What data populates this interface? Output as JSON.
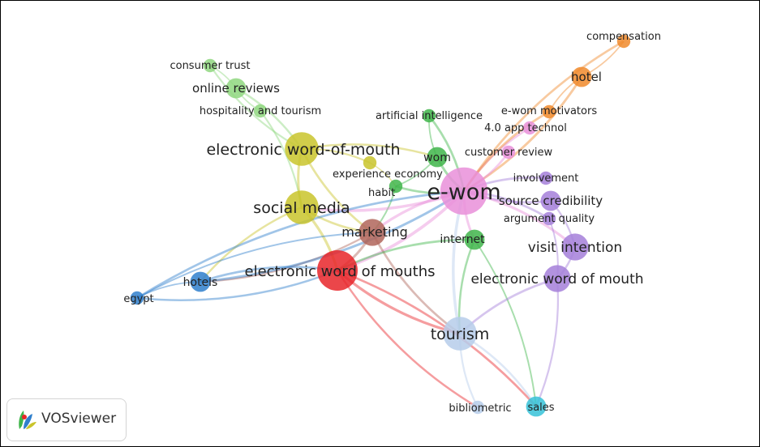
{
  "app": {
    "name": "VOSviewer"
  },
  "clusters": {
    "red": "#e8262a",
    "green": "#3fb54a",
    "blue": "#2f7fcc",
    "yellow": "#c9c42b",
    "purple": "#a57fd9",
    "cyan": "#36c2d8",
    "orange": "#f08a2c",
    "brown": "#b0655a",
    "pink": "#e98fd9",
    "light_green": "#8fd77f",
    "light_blue": "#b6cdea"
  },
  "nodes": [
    {
      "id": "compensation",
      "label": "compensation",
      "cluster": "orange",
      "weight": 1
    },
    {
      "id": "hotel",
      "label": "hotel",
      "cluster": "orange",
      "weight": 2
    },
    {
      "id": "ewom-motivators",
      "label": "e-wom motivators",
      "cluster": "orange",
      "weight": 1
    },
    {
      "id": "consumer-trust",
      "label": "consumer trust",
      "cluster": "light_green",
      "weight": 1
    },
    {
      "id": "online-reviews",
      "label": "online reviews",
      "cluster": "light_green",
      "weight": 2
    },
    {
      "id": "hospitality-and-tourism",
      "label": "hospitality and tourism",
      "cluster": "light_green",
      "weight": 1
    },
    {
      "id": "artificial-intelligence",
      "label": "artificial intelligence",
      "cluster": "green",
      "weight": 1
    },
    {
      "id": "app-technol",
      "label": "4.0 app technol",
      "cluster": "pink",
      "weight": 1
    },
    {
      "id": "customer-review",
      "label": "customer review",
      "cluster": "pink",
      "weight": 1
    },
    {
      "id": "ewom-word",
      "label": "electronic word-of-mouth",
      "cluster": "yellow",
      "weight": 4
    },
    {
      "id": "wom",
      "label": "wom",
      "cluster": "green",
      "weight": 2
    },
    {
      "id": "experience-economy",
      "label": "experience economy",
      "cluster": "yellow",
      "weight": 1
    },
    {
      "id": "involvement",
      "label": "involvement",
      "cluster": "purple",
      "weight": 1
    },
    {
      "id": "habit",
      "label": "habit",
      "cluster": "green",
      "weight": 1
    },
    {
      "id": "e-wom",
      "label": "e-wom",
      "cluster": "pink",
      "weight": 6
    },
    {
      "id": "source-credibility",
      "label": "source credibility",
      "cluster": "purple",
      "weight": 2
    },
    {
      "id": "social-media",
      "label": "social media",
      "cluster": "yellow",
      "weight": 4
    },
    {
      "id": "argument-quality",
      "label": "argument quality",
      "cluster": "purple",
      "weight": 1
    },
    {
      "id": "marketing",
      "label": "marketing",
      "cluster": "brown",
      "weight": 3
    },
    {
      "id": "internet",
      "label": "internet",
      "cluster": "green",
      "weight": 2
    },
    {
      "id": "visit-intention",
      "label": "visit intention",
      "cluster": "purple",
      "weight": 3
    },
    {
      "id": "hotels",
      "label": "hotels",
      "cluster": "blue",
      "weight": 2
    },
    {
      "id": "ewom-mouths",
      "label": "electronic word of mouths",
      "cluster": "red",
      "weight": 5
    },
    {
      "id": "ewom-mouth",
      "label": "electronic word of mouth",
      "cluster": "purple",
      "weight": 3
    },
    {
      "id": "egypt",
      "label": "egypt",
      "cluster": "blue",
      "weight": 1
    },
    {
      "id": "tourism",
      "label": "tourism",
      "cluster": "light_blue",
      "weight": 4
    },
    {
      "id": "bibliometric",
      "label": "bibliometric",
      "cluster": "light_blue",
      "weight": 1
    },
    {
      "id": "sales",
      "label": "sales",
      "cluster": "cyan",
      "weight": 2
    }
  ],
  "links": [
    [
      "compensation",
      "hotel"
    ],
    [
      "hotel",
      "ewom-motivators"
    ],
    [
      "hotel",
      "e-wom"
    ],
    [
      "compensation",
      "e-wom"
    ],
    [
      "consumer-trust",
      "online-reviews"
    ],
    [
      "online-reviews",
      "hospitality-and-tourism"
    ],
    [
      "online-reviews",
      "ewom-word"
    ],
    [
      "consumer-trust",
      "ewom-word"
    ],
    [
      "hospitality-and-tourism",
      "social-media"
    ],
    [
      "artificial-intelligence",
      "wom"
    ],
    [
      "artificial-intelligence",
      "e-wom"
    ],
    [
      "app-technol",
      "e-wom"
    ],
    [
      "customer-review",
      "e-wom"
    ],
    [
      "ewom-motivators",
      "e-wom"
    ],
    [
      "ewom-word",
      "experience-economy"
    ],
    [
      "ewom-word",
      "social-media"
    ],
    [
      "ewom-word",
      "wom"
    ],
    [
      "ewom-word",
      "marketing"
    ],
    [
      "experience-economy",
      "habit"
    ],
    [
      "habit",
      "e-wom"
    ],
    [
      "habit",
      "marketing"
    ],
    [
      "wom",
      "e-wom"
    ],
    [
      "wom",
      "habit"
    ],
    [
      "involvement",
      "e-wom"
    ],
    [
      "source-credibility",
      "e-wom"
    ],
    [
      "argument-quality",
      "e-wom"
    ],
    [
      "e-wom",
      "visit-intention"
    ],
    [
      "e-wom",
      "marketing"
    ],
    [
      "e-wom",
      "ewom-mouths"
    ],
    [
      "e-wom",
      "internet"
    ],
    [
      "e-wom",
      "social-media"
    ],
    [
      "social-media",
      "marketing"
    ],
    [
      "social-media",
      "ewom-mouths"
    ],
    [
      "social-media",
      "hotels"
    ],
    [
      "marketing",
      "ewom-mouths"
    ],
    [
      "marketing",
      "tourism"
    ],
    [
      "marketing",
      "hotels"
    ],
    [
      "internet",
      "ewom-mouths"
    ],
    [
      "internet",
      "sales"
    ],
    [
      "internet",
      "tourism"
    ],
    [
      "visit-intention",
      "ewom-mouth"
    ],
    [
      "visit-intention",
      "source-credibility"
    ],
    [
      "argument-quality",
      "ewom-mouth"
    ],
    [
      "ewom-mouth",
      "tourism"
    ],
    [
      "ewom-mouth",
      "sales"
    ],
    [
      "hotels",
      "egypt"
    ],
    [
      "hotels",
      "ewom-mouths"
    ],
    [
      "egypt",
      "ewom-mouths"
    ],
    [
      "egypt",
      "marketing"
    ],
    [
      "ewom-mouths",
      "tourism"
    ],
    [
      "ewom-mouths",
      "sales"
    ],
    [
      "ewom-mouths",
      "bibliometric"
    ],
    [
      "tourism",
      "sales"
    ],
    [
      "tourism",
      "bibliometric"
    ],
    [
      "tourism",
      "e-wom"
    ],
    [
      "hotels",
      "e-wom"
    ],
    [
      "egypt",
      "e-wom"
    ]
  ]
}
